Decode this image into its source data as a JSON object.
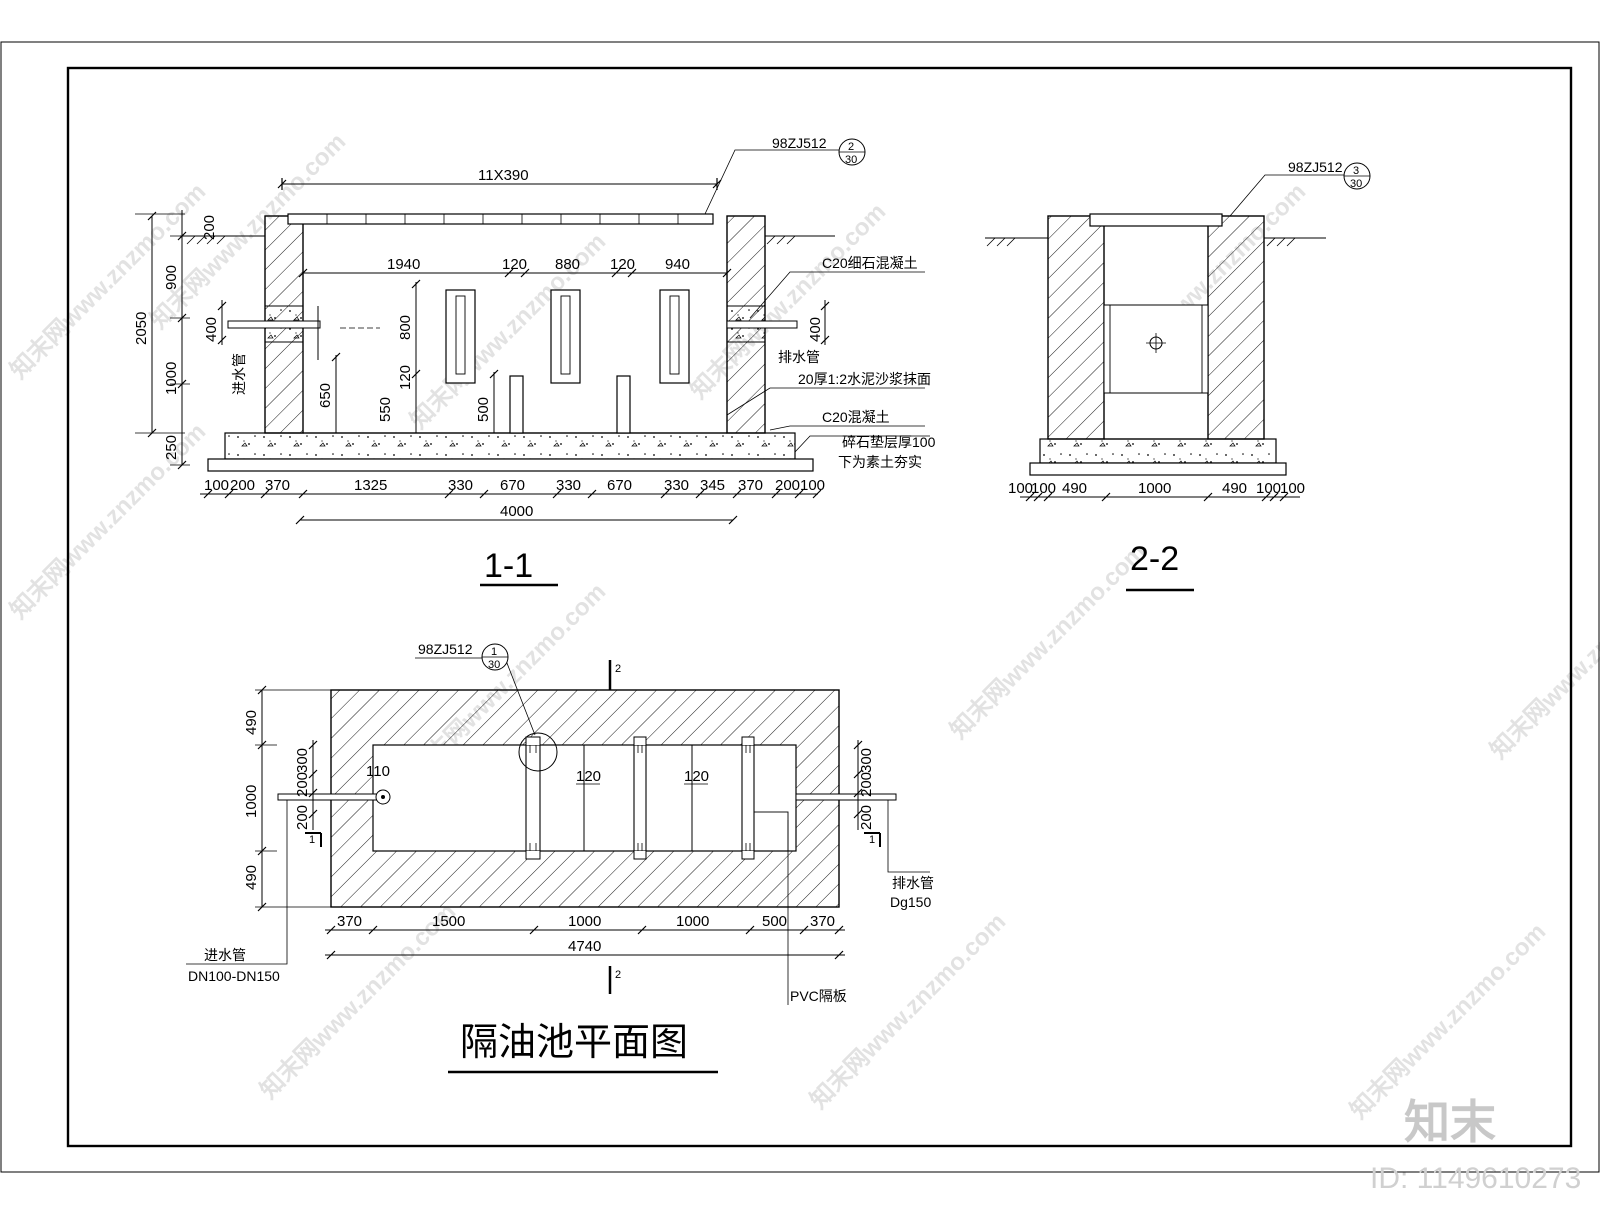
{
  "section_1_1": {
    "title": "1-1",
    "top_span": "11X390",
    "ref": {
      "code": "98ZJ512",
      "num": "2",
      "den": "30"
    },
    "inner_dims": [
      "1940",
      "120",
      "880",
      "120",
      "940"
    ],
    "left_dims": [
      "200",
      "900",
      "2050",
      "400",
      "1000",
      "250"
    ],
    "inner_vert": [
      "800",
      "650",
      "550",
      "120",
      "500"
    ],
    "right_dim": "400",
    "bottom_dims": [
      "100",
      "200",
      "370",
      "1325",
      "330",
      "670",
      "330",
      "670",
      "330",
      "345",
      "370",
      "200",
      "100"
    ],
    "total": "4000",
    "labels": {
      "inlet": "进水管",
      "outlet": "排水管",
      "fine_concrete": "C20细石混凝土",
      "plaster": "20厚1:2水泥沙浆抹面",
      "concrete": "C20混凝土",
      "gravel": "碎石垫层厚100",
      "soil": "下为素土夯实"
    }
  },
  "section_2_2": {
    "title": "2-2",
    "ref": {
      "code": "98ZJ512",
      "num": "3",
      "den": "30"
    },
    "bottom_dims": [
      "100",
      "100",
      "490",
      "1000",
      "490",
      "100",
      "100"
    ]
  },
  "plan": {
    "title": "隔油池平面图",
    "ref": {
      "code": "98ZJ512",
      "num": "1",
      "den": "30"
    },
    "cut_mark": "2",
    "side_mark": "1",
    "left_dims": [
      "490",
      "1000",
      "490"
    ],
    "side_dims": [
      "300",
      "200",
      "200"
    ],
    "inner_labels": [
      "110",
      "120",
      "120"
    ],
    "bottom_dims": [
      "370",
      "1500",
      "1000",
      "1000",
      "500",
      "370"
    ],
    "total": "4740",
    "labels": {
      "outlet": "排水管",
      "outlet_size": "Dg150",
      "inlet": "进水管",
      "inlet_size": "DN100-DN150",
      "pvc": "PVC隔板"
    }
  },
  "branding": {
    "logo": "知末",
    "id": "ID: 1149610273",
    "watermark": "知末网www.znzmo.com"
  }
}
